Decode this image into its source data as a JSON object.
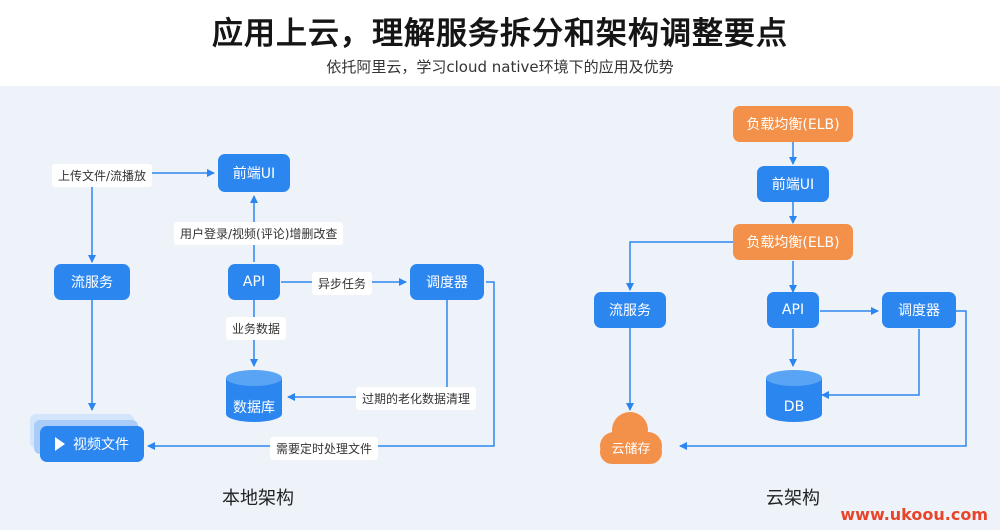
{
  "title": "应用上云，理解服务拆分和架构调整要点",
  "subtitle": "依托阿里云，学习cloud native环境下的应用及优势",
  "local": {
    "caption": "本地架构",
    "frontend": "前端UI",
    "stream": "流服务",
    "api": "API",
    "scheduler": "调度器",
    "database": "数据库",
    "video_files": "视频文件",
    "labels": {
      "upload": "上传文件/流播放",
      "login": "用户登录/视频(评论)增删改查",
      "async": "异步任务",
      "business": "业务数据",
      "cleanup": "过期的老化数据清理",
      "timed": "需要定时处理文件"
    }
  },
  "cloud": {
    "caption": "云架构",
    "elb_top": "负载均衡(ELB)",
    "frontend": "前端UI",
    "elb_mid": "负载均衡(ELB)",
    "stream": "流服务",
    "api": "API",
    "scheduler": "调度器",
    "db": "DB",
    "storage": "云储存"
  },
  "watermark": "www.ukoou.com",
  "colors": {
    "blue": "#2b86f0",
    "orange": "#f3914a",
    "panel": "#eef3fa"
  }
}
